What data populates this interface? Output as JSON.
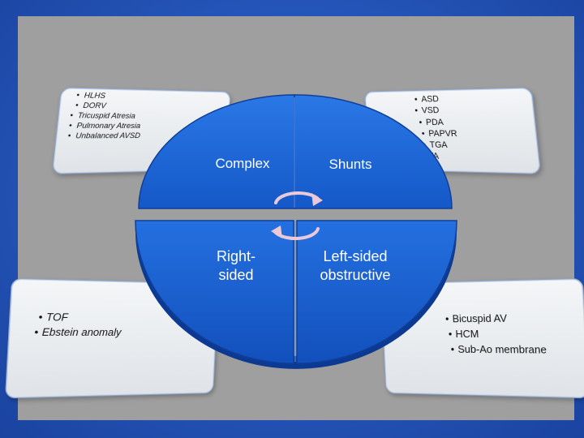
{
  "segments": {
    "complex": "Complex",
    "shunts": "Shunts",
    "right_line1": "Right-",
    "right_line2": "sided",
    "left_line1": "Left-sided",
    "left_line2": "obstructive"
  },
  "lists": {
    "complex": [
      "HLHS",
      "DORV",
      "Tricuspid Atresia",
      "Pulmonary Atresia",
      "Unbalanced AVSD"
    ],
    "shunts": [
      "ASD",
      "VSD",
      "PDA",
      "PAPVR",
      "TGA",
      "TA"
    ],
    "right": [
      "TOF",
      "Ebstein anomaly"
    ],
    "left": [
      "Bicuspid AV",
      "HCM",
      "Sub-Ao membrane"
    ]
  },
  "colors": {
    "background": "#2455b8",
    "slide": "#9f9f9f",
    "wheel": "#1e68d8",
    "wheel_edge": "#0f3f9a",
    "box": "#e8ebee",
    "cycle_arrow": "#ecc9d9"
  },
  "icons": {
    "center": "cycle-arrows-icon"
  }
}
